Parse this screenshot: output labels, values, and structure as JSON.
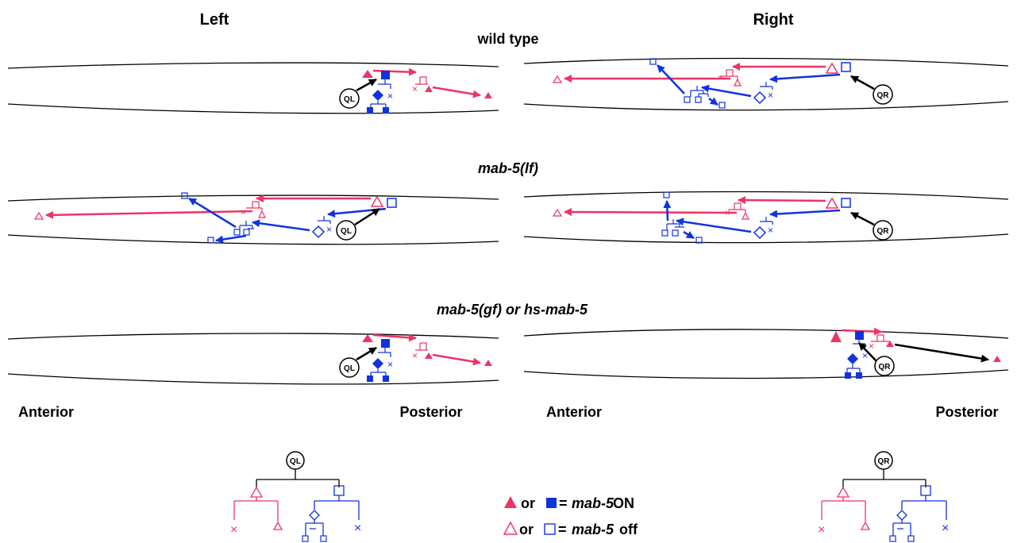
{
  "headers": {
    "left": "Left",
    "right": "Right"
  },
  "conditions": {
    "wild_type": "wild type",
    "lf": "mab-5(lf)",
    "gf": "mab-5(gf) or hs-mab-5"
  },
  "axis_labels": {
    "left_anterior": "Anterior",
    "left_posterior": "Posterior",
    "right_anterior": "Anterior",
    "right_posterior": "Posterior"
  },
  "cells": {
    "ql": "QL",
    "qr": "QR"
  },
  "legend": {
    "on": {
      "or": "or",
      "eq": "=",
      "gene": "mab-5",
      "state": "ON"
    },
    "off": {
      "or": "or",
      "eq": "=",
      "gene": "mab-5",
      "state": "off"
    }
  },
  "colors": {
    "pink": "#ee3366",
    "blue": "#1133dd",
    "black": "#000000"
  }
}
